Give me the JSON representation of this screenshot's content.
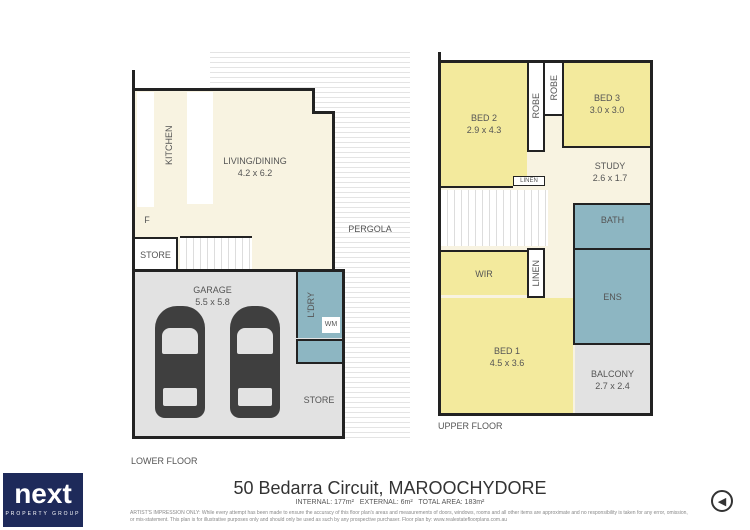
{
  "lower_floor": {
    "label": "LOWER FLOOR",
    "kitchen": "KITCHEN",
    "fridge": "F",
    "living": {
      "name": "LIVING/DINING",
      "size": "4.2 x 6.2"
    },
    "store1": "STORE",
    "garage": {
      "name": "GARAGE",
      "size": "5.5 x 5.8"
    },
    "laundry": "L'DRY",
    "wm": "WM",
    "store2": "STORE",
    "pergola": "PERGOLA"
  },
  "upper_floor": {
    "label": "UPPER FLOOR",
    "bed2": {
      "name": "BED 2",
      "size": "2.9 x 4.3"
    },
    "robe1": "ROBE",
    "robe2": "ROBE",
    "bed3": {
      "name": "BED 3",
      "size": "3.0 x 3.0"
    },
    "study": {
      "name": "STUDY",
      "size": "2.6 x 1.7"
    },
    "linen1": "LINEN",
    "bath": "BATH",
    "wir": "WIR",
    "linen2": "LINEN",
    "ens": "ENS",
    "bed1": {
      "name": "BED 1",
      "size": "4.5 x 3.6"
    },
    "balcony": {
      "name": "BALCONY",
      "size": "2.7 x 2.4"
    }
  },
  "footer": {
    "address": "50 Bedarra Circuit, MAROOCHYDORE",
    "areas": "INTERNAL: 177m²   EXTERNAL: 6m²   TOTAL AREA: 183m²",
    "disclaimer": "ARTIST'S IMPRESSION ONLY: While every attempt has been made to ensure the accuracy of this floor plan's areas and measurements of doors, windows, rooms and all other items are approximate and no responsibility is taken for any error, omission, or mis-statement. This plan is for illustrative purposes only and should only be used as such by any prospective purchaser. Floor plan by: www.realestatefloorplans.com.au"
  },
  "logo": {
    "brand": "next",
    "tagline": "PROPERTY GROUP",
    "color": "#1e2a5a",
    "accent": "#e07b2a"
  },
  "colors": {
    "living": "#f8f3e1",
    "bedroom": "#f3ea9d",
    "wet": "#8db6c2",
    "garage": "#e2e2e2"
  }
}
